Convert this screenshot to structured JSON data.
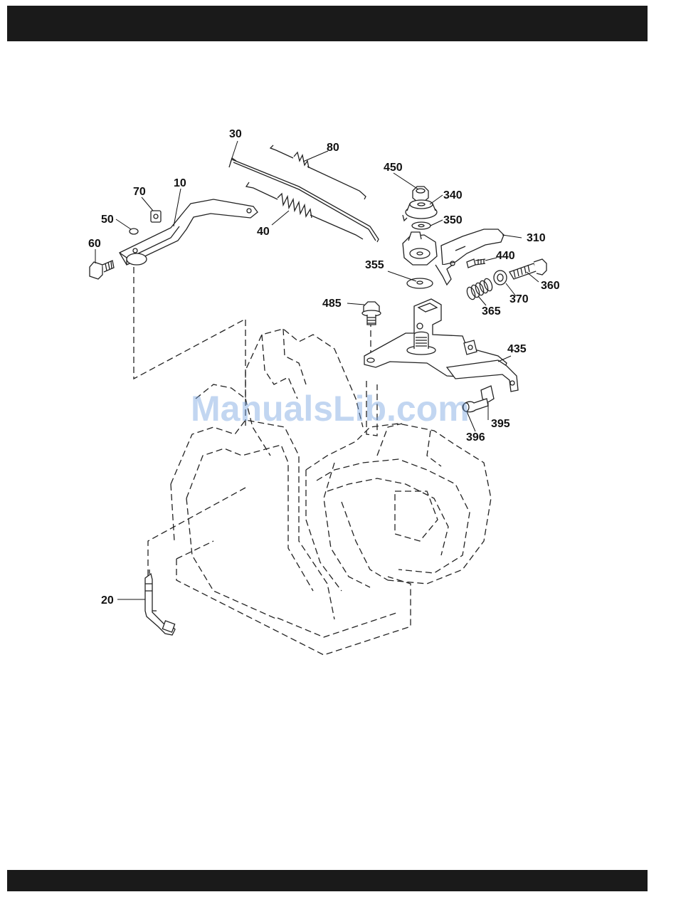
{
  "watermark": "ManualsLib.com",
  "callouts": [
    {
      "id": "c10",
      "label": "10"
    },
    {
      "id": "c20",
      "label": "20"
    },
    {
      "id": "c30",
      "label": "30"
    },
    {
      "id": "c40",
      "label": "40"
    },
    {
      "id": "c50",
      "label": "50"
    },
    {
      "id": "c60",
      "label": "60"
    },
    {
      "id": "c70",
      "label": "70"
    },
    {
      "id": "c80",
      "label": "80"
    },
    {
      "id": "c310",
      "label": "310"
    },
    {
      "id": "c340",
      "label": "340"
    },
    {
      "id": "c350",
      "label": "350"
    },
    {
      "id": "c355",
      "label": "355"
    },
    {
      "id": "c360",
      "label": "360"
    },
    {
      "id": "c365",
      "label": "365"
    },
    {
      "id": "c370",
      "label": "370"
    },
    {
      "id": "c395",
      "label": "395"
    },
    {
      "id": "c396",
      "label": "396"
    },
    {
      "id": "c435",
      "label": "435"
    },
    {
      "id": "c440",
      "label": "440"
    },
    {
      "id": "c450",
      "label": "450"
    },
    {
      "id": "c485",
      "label": "485"
    }
  ]
}
